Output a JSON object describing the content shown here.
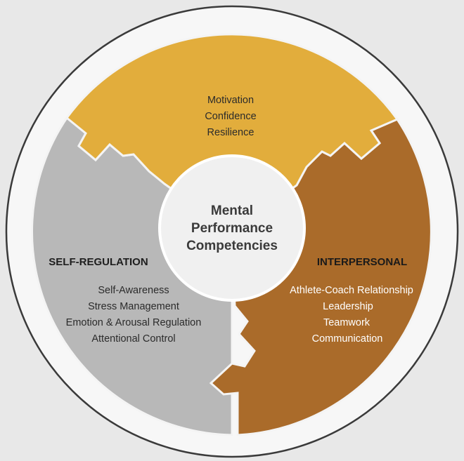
{
  "center": {
    "lines": [
      "Mental",
      "Performance",
      "Competencies"
    ]
  },
  "segments": {
    "top": {
      "heading": "",
      "items": [
        "Motivation",
        "Confidence",
        "Resilience"
      ],
      "color": "#e2ad3c"
    },
    "left": {
      "heading": "SELF-REGULATION",
      "items": [
        "Self-Awareness",
        "Stress Management",
        "Emotion & Arousal Regulation",
        "Attentional Control"
      ],
      "color": "#b8b8b8"
    },
    "right": {
      "heading": "INTERPERSONAL",
      "items": [
        "Athlete-Coach Relationship",
        "Leadership",
        "Teamwork",
        "Communication"
      ],
      "color": "#aa6b2a"
    }
  }
}
